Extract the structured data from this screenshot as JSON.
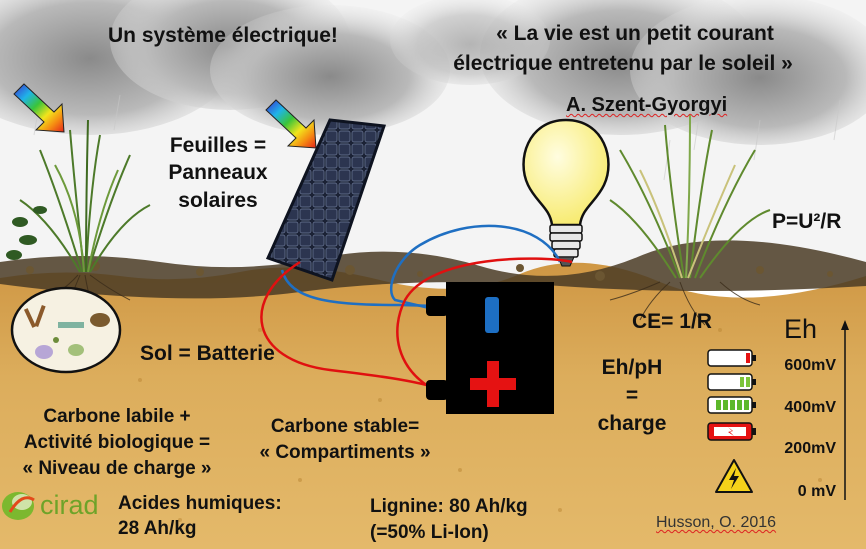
{
  "title": "Un système électrique!",
  "quote": {
    "line1": "« La vie est un petit courant",
    "line2": "électrique entretenu par le soleil »",
    "author": "A. Szent-Gyorgyi"
  },
  "leaves": {
    "line1": "Feuilles =",
    "line2": "Panneaux",
    "line3": "solaires"
  },
  "power_formula": "P=U²/R",
  "soil_battery": "Sol = Batterie",
  "ce_formula": "CE= 1/R",
  "eh_ph": {
    "line1": "Eh/pH",
    "line2": "=",
    "line3": "charge"
  },
  "eh_axis": {
    "label": "Eh",
    "ticks": [
      "600mV",
      "400mV",
      "200mV",
      "0 mV"
    ]
  },
  "labile": {
    "line1": "Carbone labile +",
    "line2": "Activité biologique =",
    "line3": "« Niveau de charge »"
  },
  "stable": {
    "line1": "Carbone stable=",
    "line2": "« Compartiments »"
  },
  "humic": {
    "line1": "Acides humiques:",
    "line2": "28 Ah/kg"
  },
  "lignin": {
    "line1": "Lignine: 80 Ah/kg",
    "line2": "(=50% Li-Ion)"
  },
  "logo_text": "cirad",
  "credit": "Husson, O. 2016",
  "colors": {
    "sky": "#ffffff",
    "soil": "#d9a24a",
    "wire_blue": "#1f6fc2",
    "wire_red": "#e01010",
    "battery_plus": "#e51212",
    "battery_minus": "#1d6fc4",
    "bulb": "#fdf49a",
    "logo_green": "#7cb82f",
    "logo_text": "#6ea329"
  },
  "icons": [
    "rainbow-arrow-icon",
    "solar-panel-icon",
    "light-bulb-icon",
    "car-battery-icon",
    "battery-level-icon",
    "high-voltage-warning-icon",
    "soil-microbes-icon",
    "cirad-logo-icon"
  ]
}
